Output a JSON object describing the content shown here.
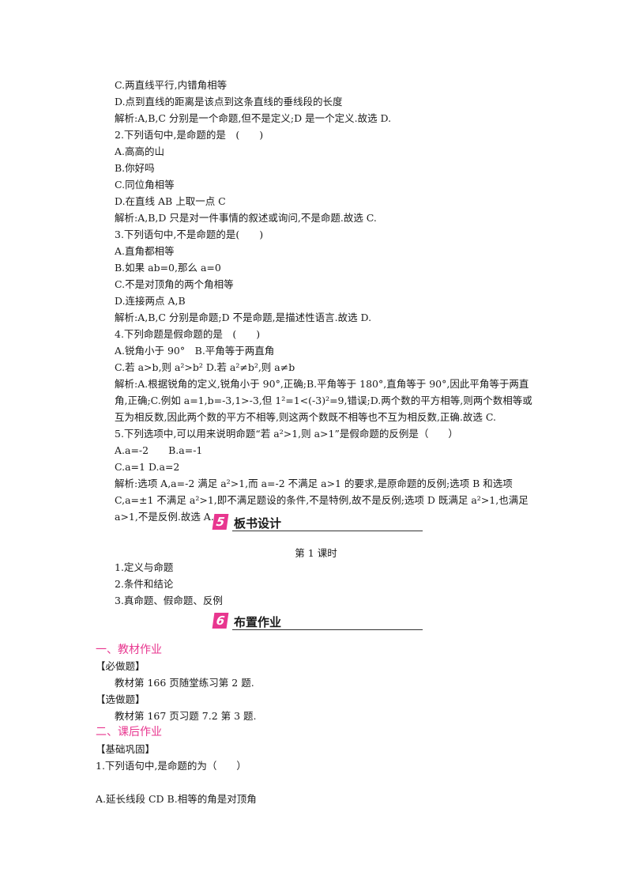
{
  "lines": {
    "l1": "C.两直线平行,内错角相等",
    "l2": "D.点到直线的距离是该点到这条直线的垂线段的长度",
    "l3": "解析:A,B,C 分别是一个命题,但不是定义;D 是一个定义.故选 D.",
    "q2": "2.下列语句中,是命题的是　(　　)",
    "q2a": "A.高高的山",
    "q2b": "B.你好吗",
    "q2c": "C.同位角相等",
    "q2d": "D.在直线 AB 上取一点 C",
    "q2s": "解析:A,B,D 只是对一件事情的叙述或询问,不是命题.故选 C.",
    "q3": "3.下列语句中,不是命题的是(　　)",
    "q3a": "A.直角都相等",
    "q3b": "B.如果 ab=0,那么 a=0",
    "q3c": "C.不是对顶角的两个角相等",
    "q3d": "D.连接两点 A,B",
    "q3s": "解析:A,B,C 分别是命题;D 不是命题,是描述性语言.故选 D.",
    "q4": "4.下列命题是假命题的是　(　　)",
    "q4ab": "A.锐角小于 90°　B.平角等于两直角",
    "q4cd": "C.若 a>b,则 a²>b² D.若 a²≠b²,则 a≠b",
    "q4s": "解析:A.根据锐角的定义,锐角小于 90°,正确;B.平角等于 180°,直角等于 90°,因此平角等于两直角,正确;C.例如 a=1,b=-3,1>-3,但 1²=1<(-3)²=9,错误;D.两个数的平方相等,则两个数相等或互为相反数,因此两个数的平方不相等,则这两个数既不相等也不互为相反数,正确.故选 C.",
    "q5": "5.下列选项中,可以用来说明命题“若 a²>1,则 a>1”是假命题的反例是（　　）",
    "q5ab": "A.a=-2　　B.a=-1",
    "q5cd": "C.a=1 D.a=2",
    "q5s": "解析:选项 A,a=-2 满足 a²>1,而 a=-2 不满足 a>1 的要求,是原命题的反例;选项 B 和选项 C,a=±1 不满足 a²>1,即不满足题设的条件,不是特例,故不是反例;选项 D 既满足 a²>1,也满足 a>1,不是反例.故选 A."
  },
  "section5": {
    "num": "5",
    "title": "板书设计"
  },
  "board": {
    "subtitle": "第 1 课时",
    "items": [
      "1.定义与命题",
      "2.条件和结论",
      "3.真命题、假命题、反例"
    ]
  },
  "section6": {
    "num": "6",
    "title": "布置作业"
  },
  "homework": {
    "h1": "一、教材作业",
    "must_label": "【必做题】",
    "must_text": "教材第 166 页随堂练习第 2 题.",
    "opt_label": "【选做题】",
    "opt_text": "教材第 167 页习题 7.2 第 3 题.",
    "h2": "二、课后作业",
    "basic_label": "【基础巩固】",
    "bq1": "1.下列语句中,是命题的为（　　）",
    "bq1ab": "A.延长线段 CD B.相等的角是对顶角"
  },
  "colors": {
    "accent": "#e8368f"
  }
}
